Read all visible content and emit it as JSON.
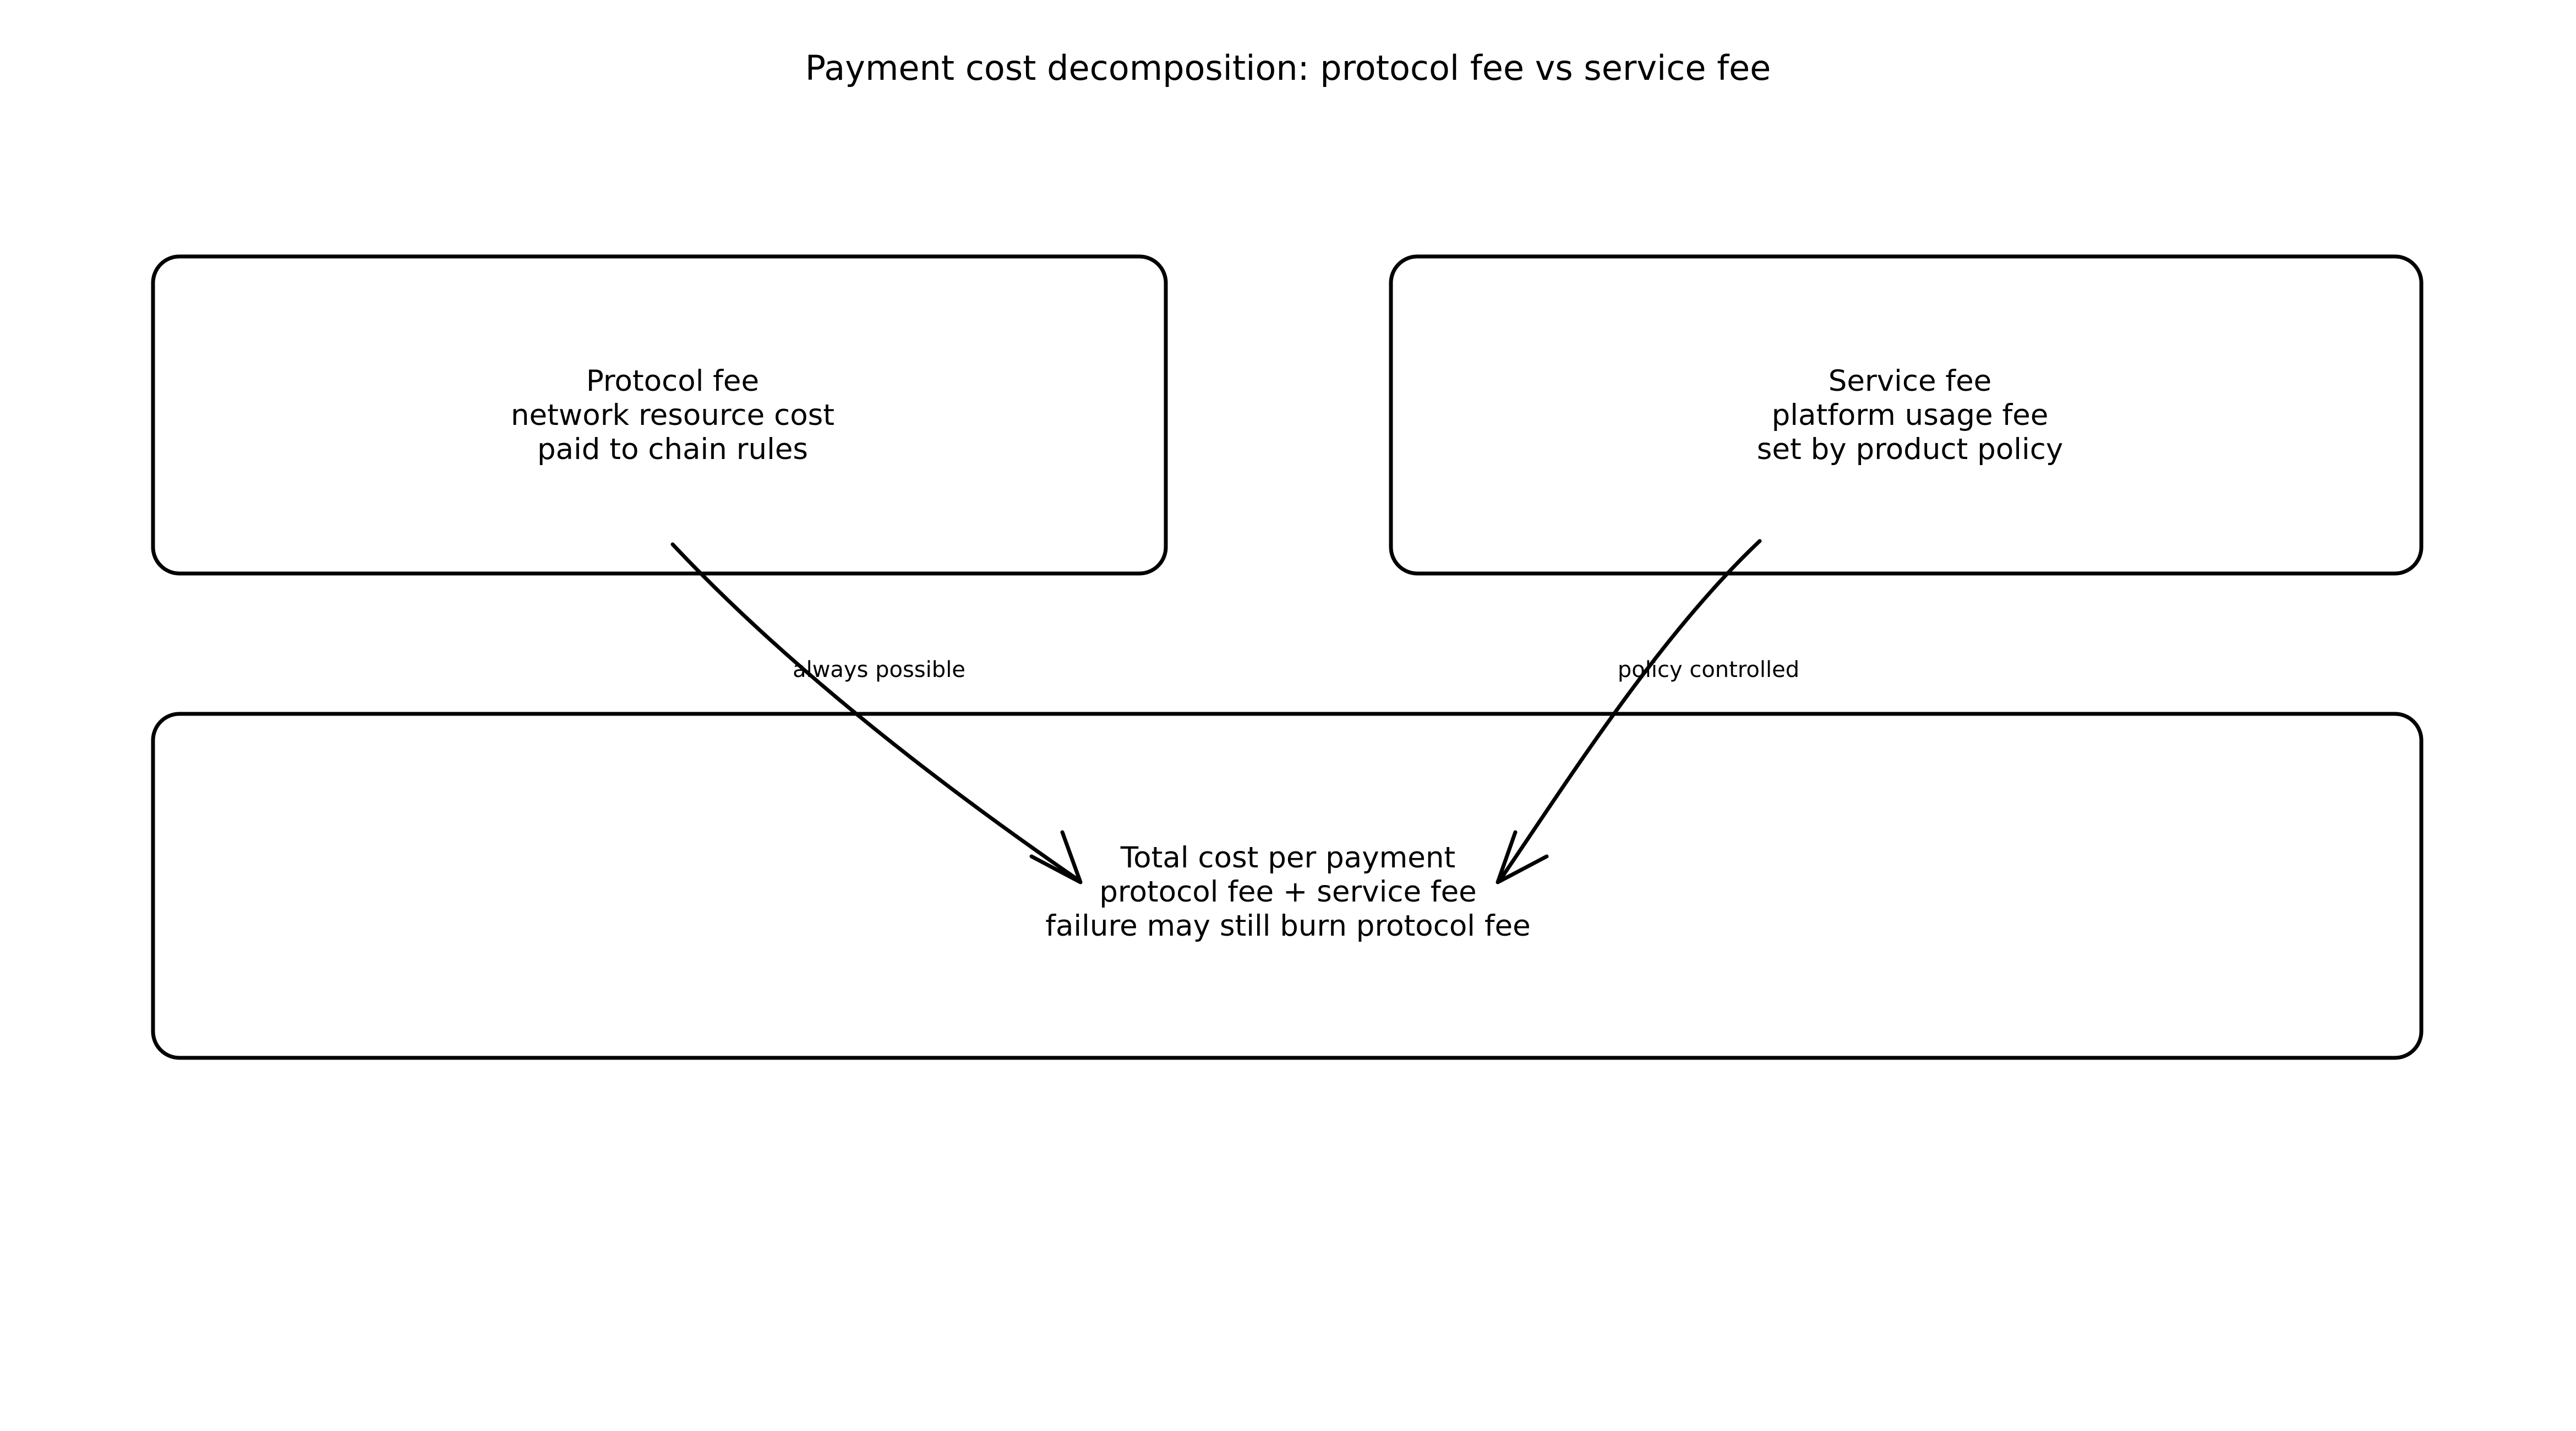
{
  "title": "Payment cost decomposition: protocol fee vs service fee",
  "nodes": {
    "protocol_fee": {
      "line1": "Protocol fee",
      "line2": "network resource cost",
      "line3": "paid to chain rules"
    },
    "service_fee": {
      "line1": "Service fee",
      "line2": "platform usage fee",
      "line3": "set by product policy"
    },
    "total_cost": {
      "line1": "Total cost per payment",
      "line2": "protocol fee  +  service fee",
      "line3": "failure may still burn protocol fee"
    }
  },
  "edges": {
    "protocol_to_total": {
      "label": "always possible"
    },
    "service_to_total": {
      "label": "policy controlled"
    }
  },
  "colors": {
    "background": "#ffffff",
    "stroke": "#000000",
    "text": "#000000"
  }
}
